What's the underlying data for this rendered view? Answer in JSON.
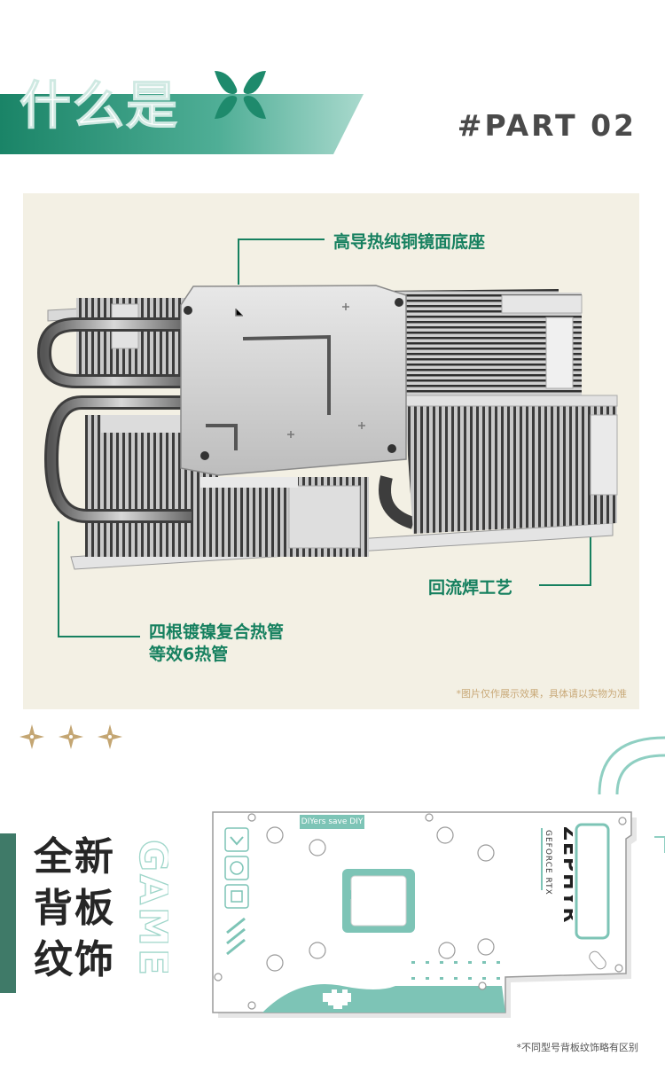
{
  "header": {
    "title": "什么是",
    "part": "#PART 02",
    "band_color": "#1e8a6c",
    "logo_color": "#1e8a6c"
  },
  "panel": {
    "callouts": {
      "top": "高导热纯铜镜面底座",
      "right": "回流焊工艺",
      "bottom_line1": "四根镀镍复合热管",
      "bottom_line2": "等效6热管"
    },
    "note": "*图片仅作展示效果，具体请以实物为准",
    "accent": "#16805f",
    "background": "#f3f0e4"
  },
  "backplate": {
    "heading": [
      "全新",
      "背板",
      "纹饰"
    ],
    "watermark": "GAME",
    "tag": "DIYers save DIY",
    "brand": "ZEPHYR",
    "brand_sub": "GEFORCE RTX",
    "note": "*不同型号背板纹饰略有区别",
    "accent": "#7dc4b6"
  }
}
